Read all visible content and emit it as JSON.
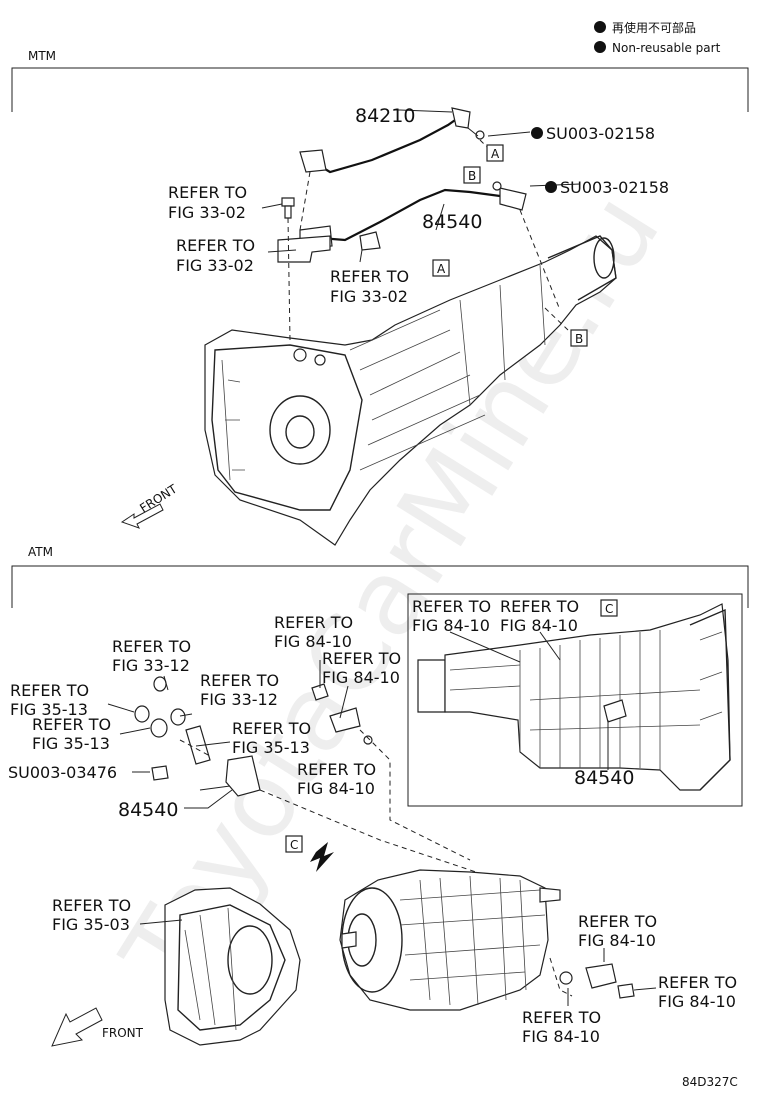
{
  "legend": {
    "jp": "再使用不可部品",
    "en": "Non-reusable part"
  },
  "sections": {
    "mtm": "MTM",
    "atm": "ATM"
  },
  "mtm": {
    "part_84210": "84210",
    "part_84540": "84540",
    "su_a": "SU003-02158",
    "su_b": "SU003-02158",
    "box_a": "A",
    "box_b": "B",
    "box_a2": "A",
    "box_b2": "B",
    "ref1_l1": "REFER TO",
    "ref1_l2": "FIG 33-02",
    "ref2_l1": "REFER TO",
    "ref2_l2": "FIG 33-02",
    "ref3_l1": "REFER TO",
    "ref3_l2": "FIG 33-02",
    "front": "FRONT"
  },
  "atm": {
    "ref_84_10_a_l1": "REFER TO",
    "ref_84_10_a_l2": "FIG 84-10",
    "ref_84_10_b_l1": "REFER TO",
    "ref_84_10_b_l2": "FIG 84-10",
    "ref_33_12_a_l1": "REFER TO",
    "ref_33_12_a_l2": "FIG 33-12",
    "ref_33_12_b_l1": "REFER TO",
    "ref_33_12_b_l2": "FIG 33-12",
    "ref_35_13_a_l1": "REFER TO",
    "ref_35_13_a_l2": "FIG 35-13",
    "ref_35_13_b_l1": "REFER TO",
    "ref_35_13_b_l2": "FIG 35-13",
    "ref_35_13_c_l1": "REFER TO",
    "ref_35_13_c_l2": "FIG 35-13",
    "ref_84_10_c_l1": "REFER TO",
    "ref_84_10_c_l2": "FIG 84-10",
    "su": "SU003-03476",
    "part_84540": "84540",
    "box_c": "C",
    "ref_35_03_l1": "REFER TO",
    "ref_35_03_l2": "FIG 35-03",
    "ref_84_10_d_l1": "REFER TO",
    "ref_84_10_d_l2": "FIG 84-10",
    "ref_84_10_e_l1": "REFER TO",
    "ref_84_10_e_l2": "FIG 84-10",
    "ref_84_10_f_l1": "REFER TO",
    "ref_84_10_f_l2": "FIG 84-10",
    "front": "FRONT"
  },
  "detail": {
    "ref_a_l1": "REFER TO",
    "ref_a_l2": "FIG 84-10",
    "ref_b_l1": "REFER TO",
    "ref_b_l2": "FIG 84-10",
    "box_c": "C",
    "part_84540": "84540"
  },
  "footer": {
    "code": "84D327C"
  },
  "watermark": "ToyotaCarMine.ru"
}
